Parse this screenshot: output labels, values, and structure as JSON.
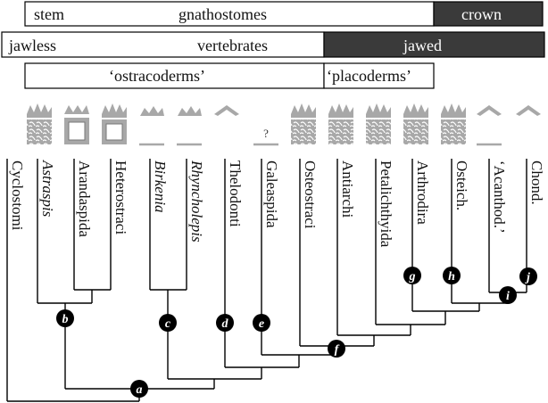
{
  "bars": {
    "stem_label": "stem",
    "gnathostomes_label": "gnathostomes",
    "crown_label": "crown",
    "jawless_label": "jawless",
    "vertebrates_label": "vertebrates",
    "jawed_label": "jawed",
    "ostracoderms_label": "‘ostracoderms’",
    "placoderms_label": "‘placoderms’"
  },
  "taxa": [
    {
      "name": "Cyclostomi",
      "italic": false,
      "icon": "none"
    },
    {
      "name": "Astraspis",
      "italic": true,
      "icon": "bone-icon"
    },
    {
      "name": "Arandaspida",
      "italic": false,
      "icon": "hollow-square-icon"
    },
    {
      "name": "Heterostraci",
      "italic": false,
      "icon": "bone-square-icon"
    },
    {
      "name": "Birkenia",
      "italic": true,
      "icon": "small-scale-icon"
    },
    {
      "name": "Rhyncholepis",
      "italic": true,
      "icon": "scale-icon"
    },
    {
      "name": "Thelodonti",
      "italic": false,
      "icon": "chevron-icon"
    },
    {
      "name": "Galeaspida",
      "italic": false,
      "icon": "question-icon"
    },
    {
      "name": "Osteostraci",
      "italic": false,
      "icon": "bone-icon"
    },
    {
      "name": "Antiarchi",
      "italic": false,
      "icon": "bone-icon"
    },
    {
      "name": "Petalichthyida",
      "italic": false,
      "icon": "bone-icon"
    },
    {
      "name": "Arthrodira",
      "italic": false,
      "icon": "bone-icon"
    },
    {
      "name": "Osteich.",
      "italic": false,
      "icon": "bone-icon"
    },
    {
      "name": "‘Acanthod.’",
      "italic": false,
      "icon": "chevron-bar-icon"
    },
    {
      "name": "Chond.",
      "italic": false,
      "icon": "chevron-icon"
    }
  ],
  "question_mark": "?",
  "nodes": [
    "a",
    "b",
    "c",
    "d",
    "e",
    "f",
    "g",
    "h",
    "i",
    "j"
  ],
  "colors": {
    "dark_bar": "#3a3a3a",
    "icon_grey": "#a8a8a8",
    "line": "#000000"
  }
}
